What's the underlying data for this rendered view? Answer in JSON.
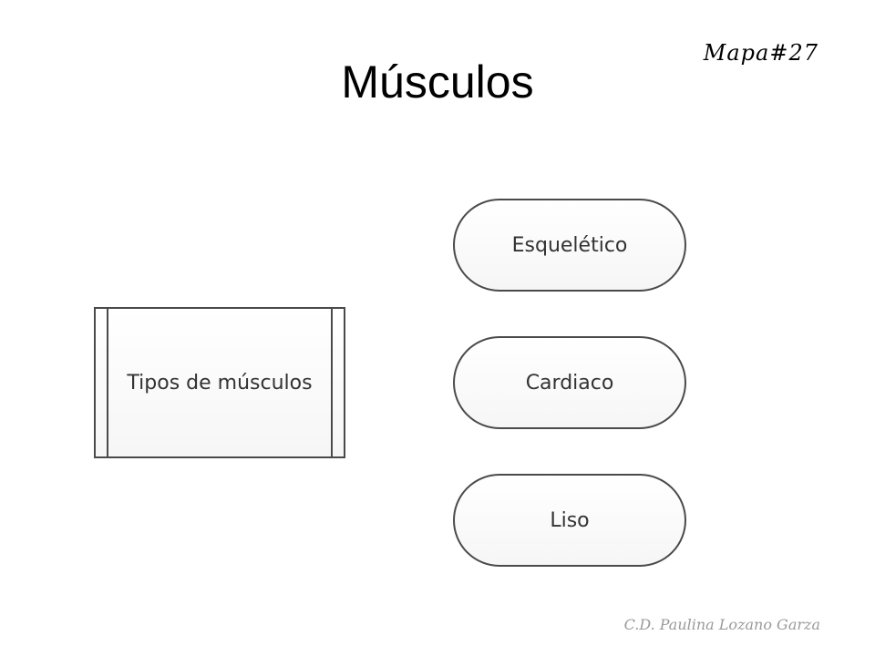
{
  "slide": {
    "title": "Músculos",
    "tag": "Mapa#27",
    "footer": "C.D. Paulina Lozano Garza"
  },
  "diagram": {
    "source": "Tipos de músculos",
    "targets": [
      "Esquelético",
      "Cardiaco",
      "Liso"
    ]
  }
}
